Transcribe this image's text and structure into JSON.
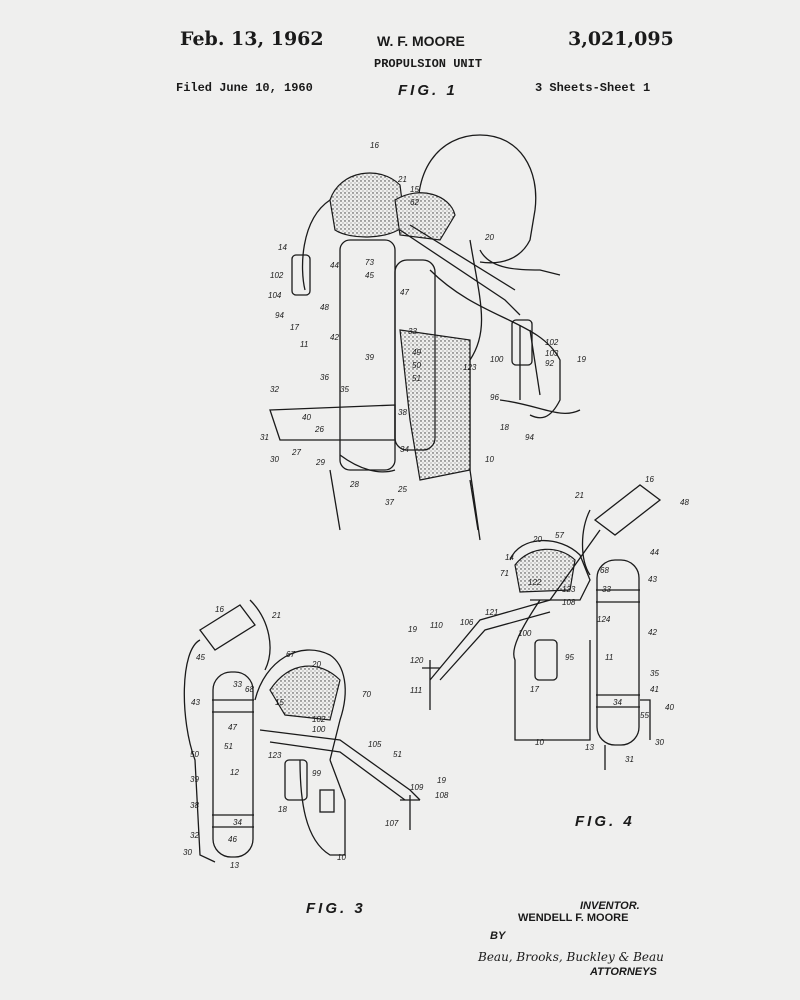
{
  "header": {
    "date": "Feb. 13, 1962",
    "inventor_short": "W. F. MOORE",
    "patent_number": "3,021,095",
    "title": "PROPULSION UNIT",
    "filed": "Filed June 10, 1960",
    "sheets": "3 Sheets-Sheet 1"
  },
  "figures": {
    "fig1": "FIG. 1",
    "fig3": "FIG. 3",
    "fig4": "FIG. 4"
  },
  "fig1_refs": [
    "16",
    "21",
    "15",
    "62",
    "20",
    "14",
    "102",
    "104",
    "94",
    "17",
    "44",
    "73",
    "45",
    "47",
    "48",
    "33",
    "11",
    "42",
    "39",
    "49",
    "50",
    "51",
    "32",
    "36",
    "35",
    "40",
    "26",
    "27",
    "31",
    "30",
    "29",
    "28",
    "37",
    "25",
    "34",
    "38",
    "123",
    "100",
    "102",
    "103",
    "92",
    "19",
    "96",
    "18",
    "94",
    "10"
  ],
  "fig3_refs": [
    "16",
    "21",
    "67",
    "20",
    "70",
    "45",
    "43",
    "47",
    "51",
    "50",
    "12",
    "39",
    "38",
    "32",
    "30",
    "46",
    "13",
    "33",
    "34",
    "68",
    "15",
    "102",
    "100",
    "123",
    "99",
    "18",
    "105",
    "51",
    "109",
    "19",
    "108",
    "107",
    "10"
  ],
  "fig4_refs": [
    "21",
    "16",
    "48",
    "57",
    "20",
    "14",
    "71",
    "122",
    "68",
    "44",
    "43",
    "33",
    "123",
    "108",
    "124",
    "42",
    "11",
    "121",
    "106",
    "110",
    "19",
    "120",
    "111",
    "100",
    "95",
    "17",
    "35",
    "41",
    "55",
    "40",
    "34",
    "10",
    "13",
    "30",
    "31"
  ],
  "footer": {
    "inventor_label": "INVENTOR.",
    "inventor_name": "WENDELL F. MOORE",
    "by": "BY",
    "attorney_signature": "Beau, Brooks, Buckley & Beau",
    "attorneys_label": "ATTORNEYS"
  }
}
